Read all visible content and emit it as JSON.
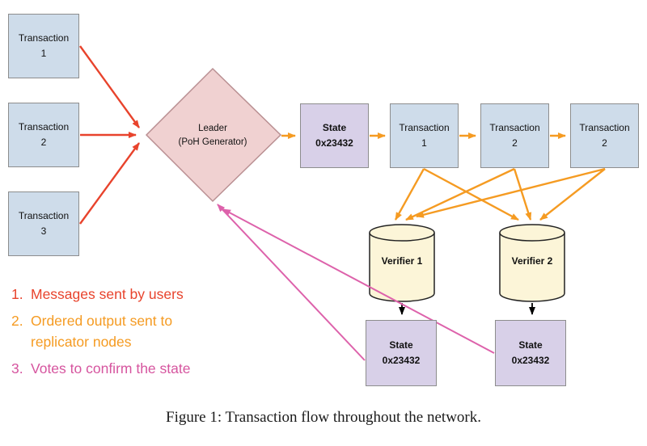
{
  "caption": "Figure 1: Transaction flow throughout the network.",
  "inputs": [
    "Transaction 1",
    "Transaction 2",
    "Transaction 3"
  ],
  "leader": {
    "title": "Leader",
    "subtitle": "(PoH Generator)"
  },
  "gen_state": {
    "label": "State",
    "value": "0x23432"
  },
  "chain": [
    "Transaction 1",
    "Transaction 2",
    "Transaction 2"
  ],
  "verifiers": [
    "Verifier 1",
    "Verifier 2"
  ],
  "verifier_states": [
    {
      "label": "State",
      "value": "0x23432"
    },
    {
      "label": "State",
      "value": "0x23432"
    }
  ],
  "legend": [
    {
      "num": "1.",
      "text": "Messages sent by users",
      "color": "#e8432c"
    },
    {
      "num": "2.",
      "text": "Ordered output sent to replicator nodes",
      "color": "#f59b22"
    },
    {
      "num": "3.",
      "text": "Votes to confirm the state",
      "color": "#d6559f"
    }
  ],
  "colors": {
    "transaction_box": "#cedcea",
    "state_box": "#d8d0e8",
    "leader_diamond": "#f0d1d1",
    "verifier_cylinder": "#fcf5d8",
    "box_border": "#8d8d8d",
    "arrow_messages": "#e8432c",
    "arrow_ordered_output": "#f59b22",
    "arrow_votes": "#dd62ab",
    "arrow_verifier_to_state": "#000000"
  }
}
